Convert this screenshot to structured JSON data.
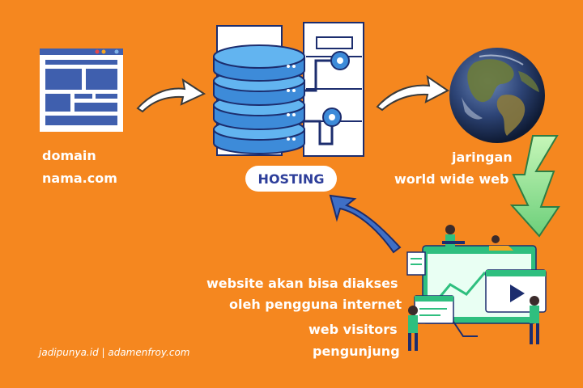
{
  "domain": {
    "line1": "domain",
    "line2": "nama.com"
  },
  "hosting": {
    "label": "HOSTING"
  },
  "network": {
    "line1": "jaringan",
    "line2": "world wide web"
  },
  "access": {
    "line1": "website akan bisa diakses",
    "line2": "oleh pengguna internet"
  },
  "visitors": {
    "line1": "web visitors",
    "line2": "pengunjung"
  },
  "credit": "jadipunya.id | adamenfroy.com",
  "colors": {
    "background": "#F5871F",
    "server_blue": "#3D8BD9",
    "server_light": "#62B4F0",
    "browser_blue": "#3F5FAE",
    "lightning_green": "#8FE28F",
    "illustration_green": "#2FBF7F",
    "hosting_text": "#2D3E9A"
  },
  "icons": [
    "browser-window-icon",
    "database-server-icon",
    "server-rack-icon",
    "globe-icon",
    "lightning-bolt-icon",
    "web-visitors-illustration",
    "curved-arrow-icon"
  ]
}
